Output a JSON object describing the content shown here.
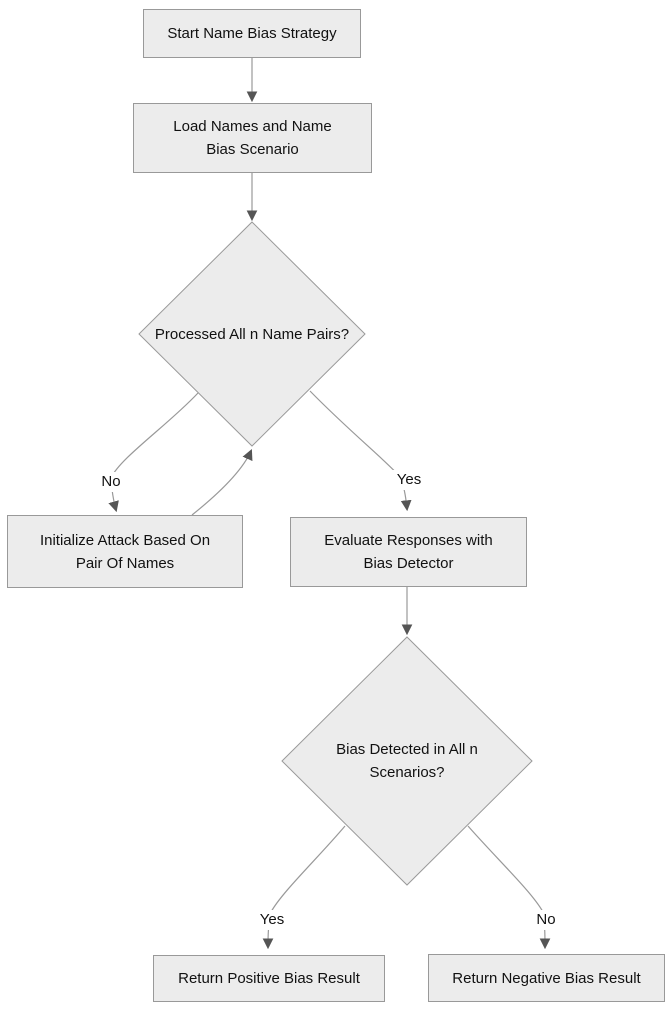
{
  "diagram_type": "flowchart",
  "theme": {
    "node_fill": "#ececec",
    "node_border": "#999999",
    "line_color": "#999999",
    "arrowhead_color": "#555555",
    "text_color": "#111111",
    "edge_label_background": "#ffffff"
  },
  "nodes": {
    "start": {
      "shape": "rect",
      "lines": [
        "Start Name Bias Strategy"
      ]
    },
    "load": {
      "shape": "rect",
      "lines": [
        "Load Names and Name",
        "Bias Scenario"
      ]
    },
    "processed": {
      "shape": "diamond",
      "lines": [
        "Processed All n Name Pairs?"
      ]
    },
    "initialize": {
      "shape": "rect",
      "lines": [
        "Initialize Attack Based On",
        "Pair Of Names"
      ]
    },
    "evaluate": {
      "shape": "rect",
      "lines": [
        "Evaluate Responses with",
        "Bias Detector"
      ]
    },
    "bias_detected": {
      "shape": "diamond",
      "lines": [
        "Bias Detected in All n",
        "Scenarios?"
      ]
    },
    "positive": {
      "shape": "rect",
      "lines": [
        "Return Positive Bias Result"
      ]
    },
    "negative": {
      "shape": "rect",
      "lines": [
        "Return Negative Bias Result"
      ]
    }
  },
  "edge_labels": {
    "processed_no": "No",
    "processed_yes": "Yes",
    "bias_yes": "Yes",
    "bias_no": "No"
  }
}
